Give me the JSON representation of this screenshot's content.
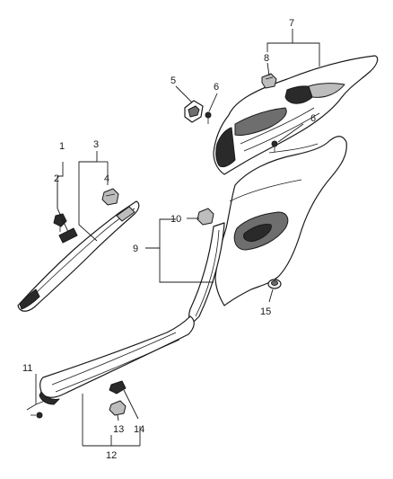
{
  "callouts": {
    "c1": "1",
    "c2": "2",
    "c3": "3",
    "c4": "4",
    "c5": "5",
    "c6a": "6",
    "c6b": "6",
    "c7": "7",
    "c8": "8",
    "c9": "9",
    "c10": "10",
    "c11": "11",
    "c12": "12",
    "c13": "13",
    "c14": "14",
    "c15": "15"
  },
  "colors": {
    "line": "#1a1a1a",
    "dark_fill": "#2a2a2a",
    "mid_fill": "#6e6e6e",
    "light_fill": "#bdbdbd",
    "background": "#ffffff"
  }
}
